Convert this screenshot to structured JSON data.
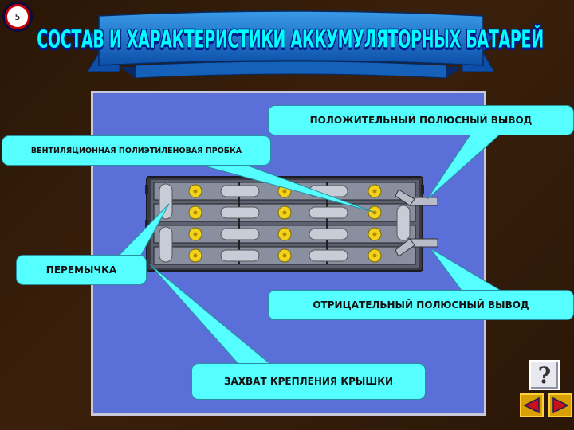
{
  "slide": {
    "number": "5"
  },
  "title": "СОСТАВ И ХАРАКТЕРИСТИКИ АККУМУЛЯТОРНЫХ БАТАРЕЙ",
  "callouts": {
    "positive_terminal": "ПОЛОЖИТЕЛЬНЫЙ ПОЛЮСНЫЙ ВЫВОД",
    "vent_plug": "ВЕНТИЛЯЦИОННАЯ ПОЛИЭТИЛЕНОВАЯ ПРОБКА",
    "jumper": "ПЕРЕМЫЧКА",
    "negative_terminal": "ОТРИЦАТЕЛЬНЫЙ  ПОЛЮСНЫЙ ВЫВОД",
    "lid_clamp": "ЗАХВАТ КРЕПЛЕНИЯ КРЫШКИ"
  },
  "controls": {
    "help_glyph": "?",
    "prev_icon": "back-arrow-icon",
    "next_icon": "forward-arrow-icon"
  },
  "colors": {
    "background": "#2e1808",
    "panel": "#5a6fd8",
    "callout": "#55ffff",
    "title_text": "#00ffff",
    "banner": "#1a73c8",
    "nav_button": "#d8a000"
  }
}
